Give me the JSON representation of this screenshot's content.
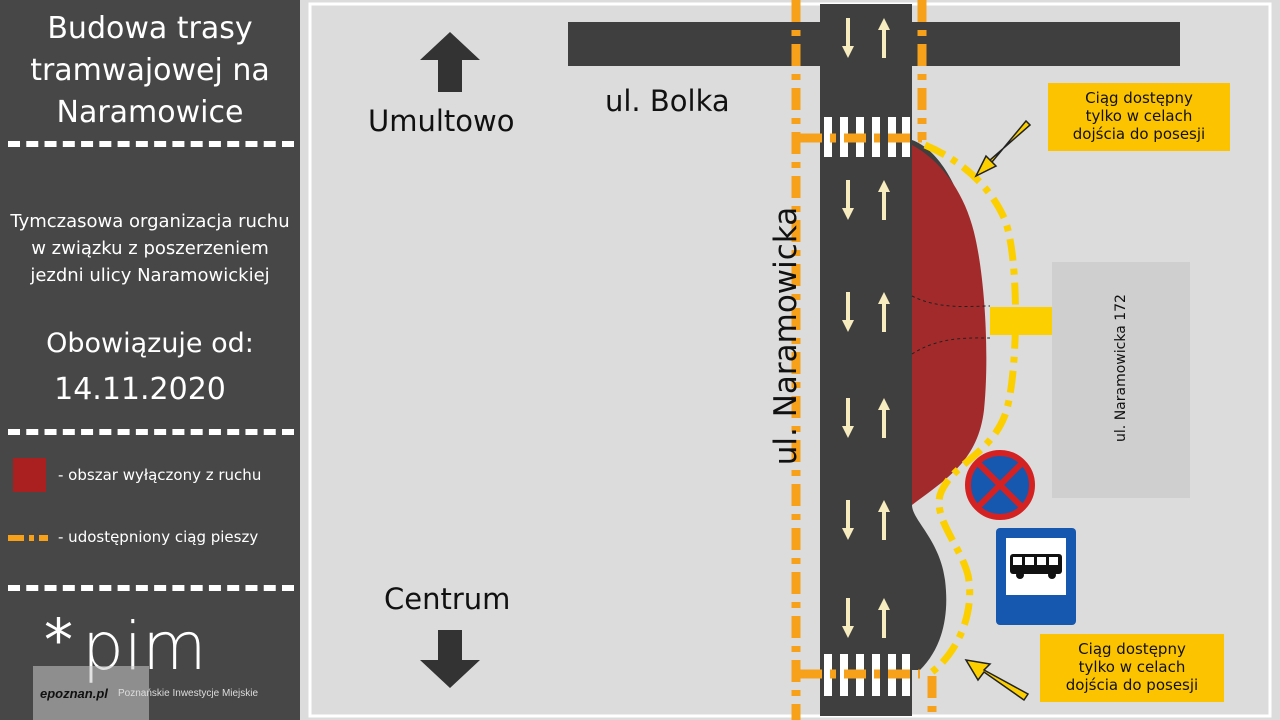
{
  "sidebar": {
    "title_line1": "Budowa  trasy",
    "title_line2": "tramwajowej na",
    "title_line3": "Naramowice",
    "desc_line1": "Tymczasowa organizacja ruchu",
    "desc_line2": "w związku z poszerzeniem",
    "desc_line3": "jezdni ulicy Naramowickiej",
    "effective_label": "Obowiązuje od:",
    "effective_date": "14.11.2020",
    "legend": [
      {
        "label": "- obszar wyłączony z ruchu",
        "color": "#aa2020"
      },
      {
        "label": "- udostępniony ciąg pieszy",
        "color": "#f7a11a"
      }
    ],
    "logo_symbol": "*",
    "logo_text": "pim",
    "logo_subtitle": "Poznańskie Inwestycje Miejskie",
    "watermark": "epoznan.pl"
  },
  "map": {
    "label_umultowo": "Umultowo",
    "label_bolka": "ul. Bolka",
    "label_naramowicka": "ul. Naramowicka",
    "label_centrum": "Centrum",
    "label_building": "ul. Naramowicka 172",
    "callout_top": [
      "Ciąg dostępny",
      "tylko w celach",
      "dojścia do posesji"
    ],
    "callout_bottom": [
      "Ciąg dostępny",
      "tylko w celach",
      "dojścia do posesji"
    ],
    "colors": {
      "background": "#dcdcdc",
      "road": "#3f3f3f",
      "closed_area": "#a32a2a",
      "pedestrian_path": "#f7a11a",
      "yellow_path": "#fcd000",
      "lane_arrow": "#f7ecc0",
      "bus_sign_blue": "#1658b0"
    },
    "icons": [
      "no-stopping-sign-icon",
      "bus-stop-sign-icon",
      "arrow-up-icon",
      "arrow-down-icon"
    ]
  }
}
